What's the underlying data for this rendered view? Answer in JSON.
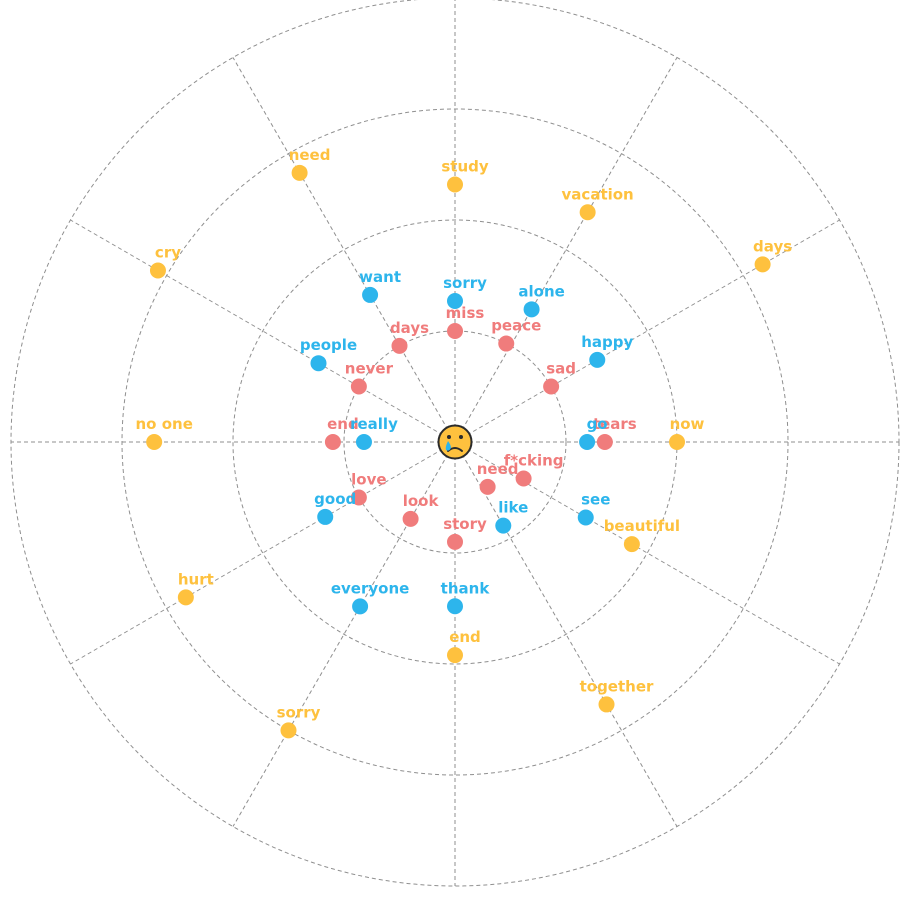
{
  "chart_data": {
    "type": "scatter",
    "coordinate_system": "polar",
    "center_icon": "crying-face-emoji",
    "grid": true,
    "colors": {
      "inner": "#F07C7C",
      "middle": "#2DB5EC",
      "outer": "#FEC13E"
    },
    "series": [
      {
        "level": "inner",
        "points": [
          {
            "word": "miss",
            "angle": 0,
            "radius": 1
          },
          {
            "word": "peace",
            "angle": 27.5,
            "radius": 1
          },
          {
            "word": "sad",
            "angle": 60,
            "radius": 1
          },
          {
            "word": "tears",
            "angle": 90,
            "radius": 1.35
          },
          {
            "word": "f*cking",
            "angle": 118,
            "radius": 0.7
          },
          {
            "word": "need",
            "angle": 144,
            "radius": 0.5
          },
          {
            "word": "story",
            "angle": 180,
            "radius": 0.9
          },
          {
            "word": "look",
            "angle": 210,
            "radius": 0.8
          },
          {
            "word": "love",
            "angle": 240,
            "radius": 1
          },
          {
            "word": "end",
            "angle": 270,
            "radius": 1.1
          },
          {
            "word": "never",
            "angle": 300,
            "radius": 1
          },
          {
            "word": "days",
            "angle": 330,
            "radius": 1
          }
        ]
      },
      {
        "level": "middle",
        "points": [
          {
            "word": "sorry",
            "angle": 0,
            "radius": 1.27
          },
          {
            "word": "alone",
            "angle": 30,
            "radius": 1.38
          },
          {
            "word": "happy",
            "angle": 60,
            "radius": 1.48
          },
          {
            "word": "go",
            "angle": 90,
            "radius": 1.19
          },
          {
            "word": "see",
            "angle": 120,
            "radius": 1.36
          },
          {
            "word": "like",
            "angle": 150,
            "radius": 0.87
          },
          {
            "word": "thank",
            "angle": 180,
            "radius": 1.48
          },
          {
            "word": "everyone",
            "angle": 210,
            "radius": 1.71
          },
          {
            "word": "good",
            "angle": 240,
            "radius": 1.35
          },
          {
            "word": "really",
            "angle": 270,
            "radius": 0.82
          },
          {
            "word": "people",
            "angle": 300,
            "radius": 1.42
          },
          {
            "word": "want",
            "angle": 330,
            "radius": 1.53
          }
        ]
      },
      {
        "level": "outer",
        "points": [
          {
            "word": "study",
            "angle": 0,
            "radius": 2.32
          },
          {
            "word": "vacation",
            "angle": 30,
            "radius": 2.39
          },
          {
            "word": "days",
            "angle": 60,
            "radius": 3.2
          },
          {
            "word": "now",
            "angle": 90,
            "radius": 2.0
          },
          {
            "word": "beautiful",
            "angle": 120,
            "radius": 1.84
          },
          {
            "word": "together",
            "angle": 150,
            "radius": 2.73
          },
          {
            "word": "end",
            "angle": 180,
            "radius": 1.92
          },
          {
            "word": "sorry",
            "angle": 210,
            "radius": 3.0
          },
          {
            "word": "hurt",
            "angle": 240,
            "radius": 2.8
          },
          {
            "word": "no one",
            "angle": 270,
            "radius": 2.71
          },
          {
            "word": "cry",
            "angle": 300,
            "radius": 3.09
          },
          {
            "word": "need",
            "angle": 330,
            "radius": 2.8
          }
        ]
      }
    ],
    "rings": [
      1,
      2,
      3,
      4
    ],
    "spokes_deg": [
      0,
      30,
      60,
      90,
      120,
      150,
      180,
      210,
      240,
      270,
      300,
      330
    ]
  }
}
